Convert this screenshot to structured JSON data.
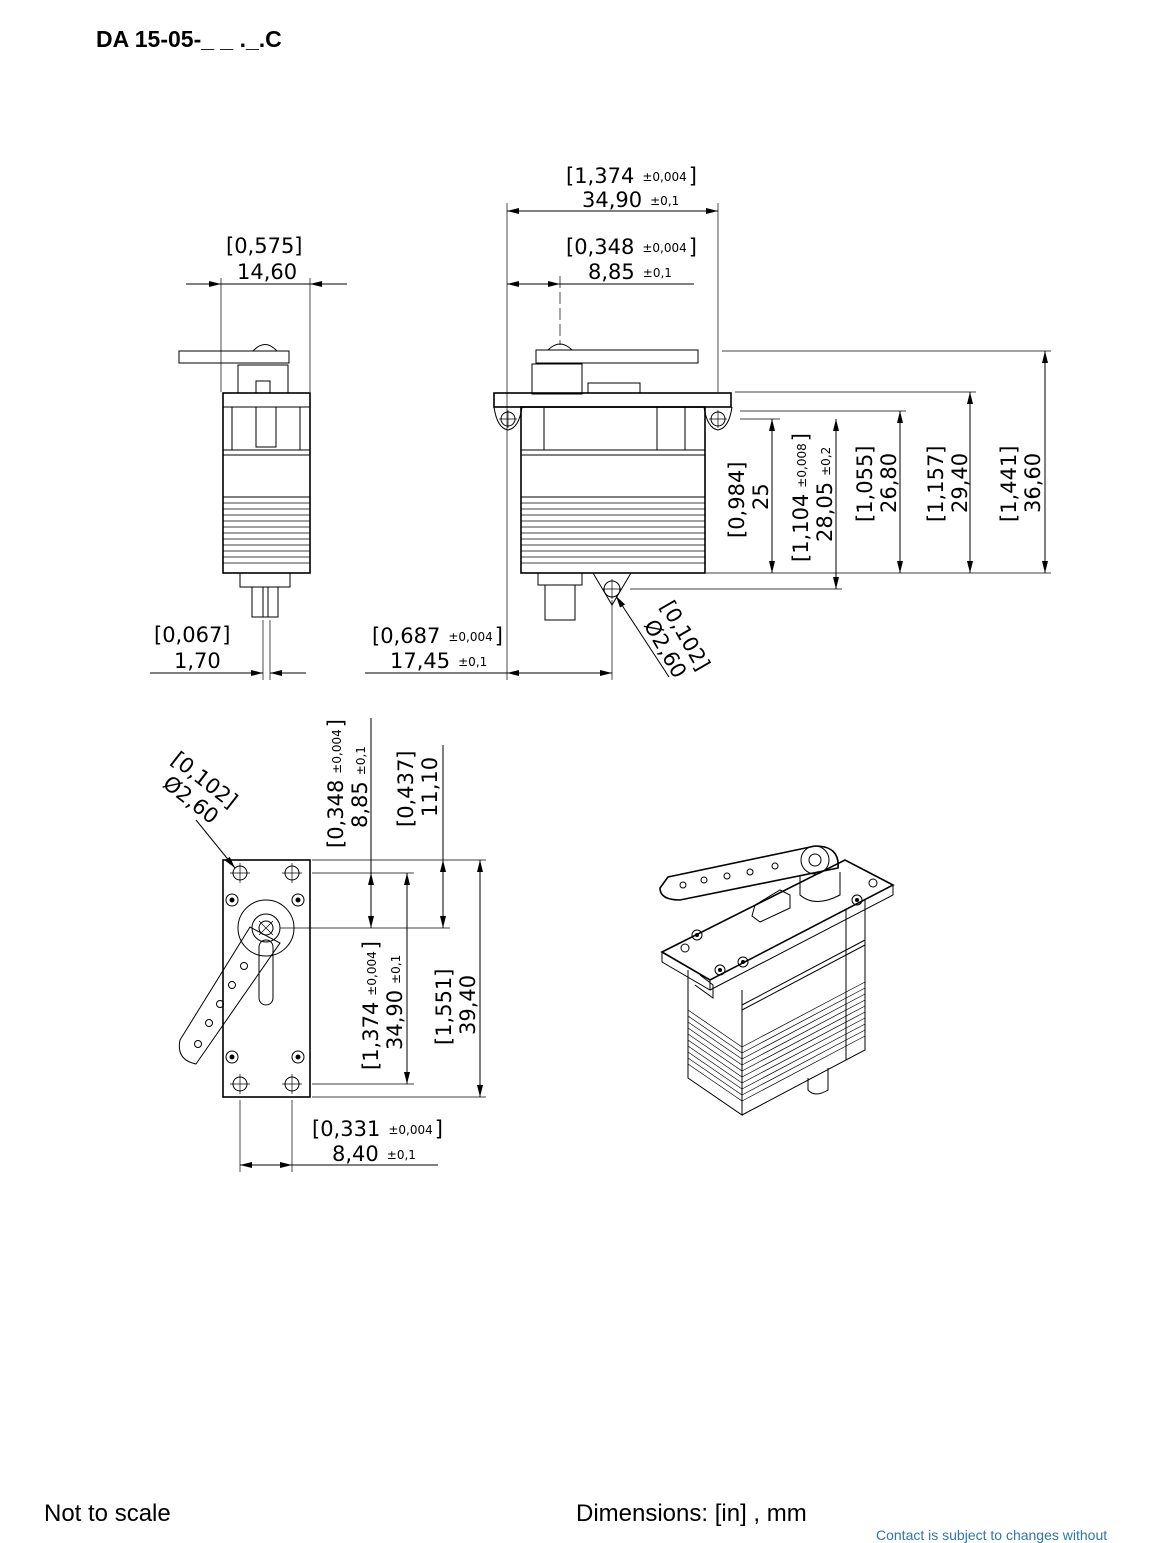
{
  "header": {
    "title": "DA 15-05-_ _ ._.C"
  },
  "footer": {
    "left": "Not to scale",
    "middle": "Dimensions: [in] , mm",
    "link": "Contact is subject to changes without"
  },
  "dims": {
    "side_width": {
      "in": "[0,575]",
      "mm": "14,60"
    },
    "side_shaft": {
      "in": "[0,067]",
      "mm": "1,70"
    },
    "front_total": {
      "in": "[1,374",
      "in_tol": "±0,004",
      "mm": "34,90",
      "mm_tol": "±0,1"
    },
    "front_shaft": {
      "in": "[0,348",
      "in_tol": "±0,004",
      "mm": "8,85",
      "mm_tol": "±0,1"
    },
    "front_hole_pos": {
      "in": "[0,687",
      "in_tol": "±0,004",
      "mm": "17,45",
      "mm_tol": "±0,1"
    },
    "front_hole_dia": {
      "in": "[0,102]",
      "mm": "Ø2,60"
    },
    "h_984": {
      "in": "[0,984]",
      "mm": "25"
    },
    "h_1104": {
      "in": "[1,104",
      "in_tol": "±0,008",
      "mm": "28,05",
      "mm_tol": "±0,2"
    },
    "h_1055": {
      "in": "[1,055]",
      "mm": "26,80"
    },
    "h_1157": {
      "in": "[1,157]",
      "mm": "29,40"
    },
    "h_1441": {
      "in": "[1,441]",
      "mm": "36,60"
    },
    "top_hole_dia": {
      "in": "[0,102]",
      "mm": "Ø2,60"
    },
    "top_348": {
      "in": "[0,348",
      "in_tol": "±0,004",
      "mm": "8,85",
      "mm_tol": "±0,1"
    },
    "top_437": {
      "in": "[0,437]",
      "mm": "11,10"
    },
    "top_1374": {
      "in": "[1,374",
      "in_tol": "±0,004",
      "mm": "34,90",
      "mm_tol": "±0,1"
    },
    "top_1551": {
      "in": "[1,551]",
      "mm": "39,40"
    },
    "top_331": {
      "in": "[0,331",
      "in_tol": "±0,004",
      "mm": "8,40",
      "mm_tol": "±0,1"
    }
  },
  "closing_bracket": "]"
}
